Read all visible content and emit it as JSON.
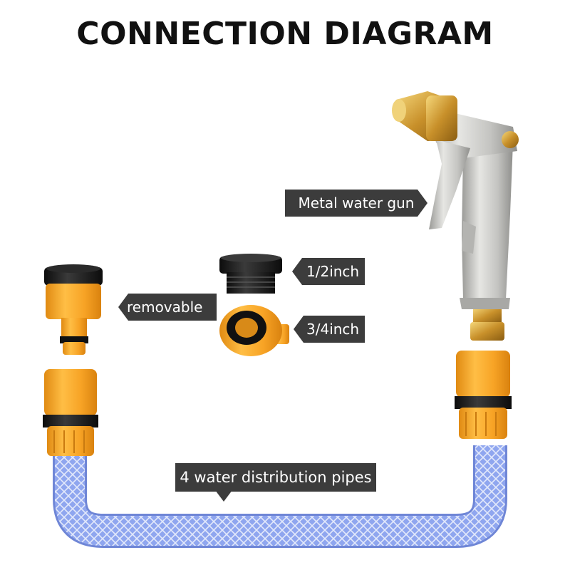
{
  "title": "CONNECTION DIAGRAM",
  "labels": {
    "metal_water_gun": "Metal water gun",
    "half_inch": "1/2inch",
    "three_quarter_inch": "3/4inch",
    "removable": "removable",
    "distribution_pipes": "4 water distribution pipes"
  },
  "colors": {
    "background": "#ffffff",
    "title": "#111111",
    "label_bg": "#3c3c3c",
    "label_text": "#ffffff",
    "connector_orange": "#f7a325",
    "connector_black": "#1c1c1c",
    "hose_blue": "#8fa6ef",
    "gun_silver": "#c9c9c7",
    "brass": "#d8a93a"
  }
}
